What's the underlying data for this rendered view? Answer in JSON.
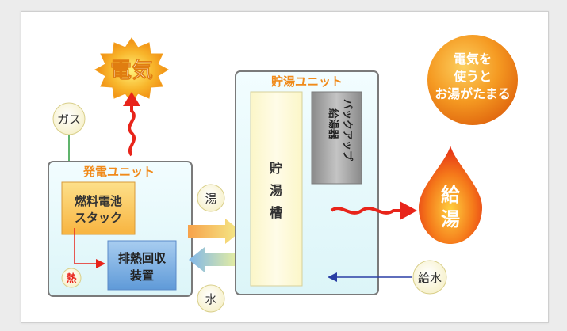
{
  "labels": {
    "electricity": "電気",
    "gas": "ガス",
    "power_unit": "発電ユニット",
    "fuel_cell_stack": [
      "燃料電池",
      "スタック"
    ],
    "heat": "熱",
    "exhaust_heat_recovery": [
      "排熱回収",
      "装置"
    ],
    "hot_water_label": "湯",
    "water_label": "水",
    "storage_unit": "貯湯ユニット",
    "storage_tank": [
      "貯",
      "湯",
      "槽"
    ],
    "backup_heater_vertical": [
      "バックアップ",
      "給湯器"
    ],
    "hot_water_supply": [
      "給",
      "湯"
    ],
    "water_supply": "給水",
    "use_electricity_badge": [
      "電気を",
      "使うと",
      "お湯がたまる"
    ]
  },
  "colors": {
    "orange_title": "#f08a1a",
    "starburst_fill": "#f6a623",
    "red_arrow": "#e8241a",
    "green_line": "#2a9a3a",
    "blue_line": "#2a3fa5",
    "box_border": "#7a7a7a",
    "unit_bg": "#e8fafc",
    "fuel_cell_bg": "#fbc45a",
    "recovery_bg": "#7fb2e5",
    "tank_bg": "#fdf9d6",
    "backup_bg": "#9a9a9a"
  }
}
